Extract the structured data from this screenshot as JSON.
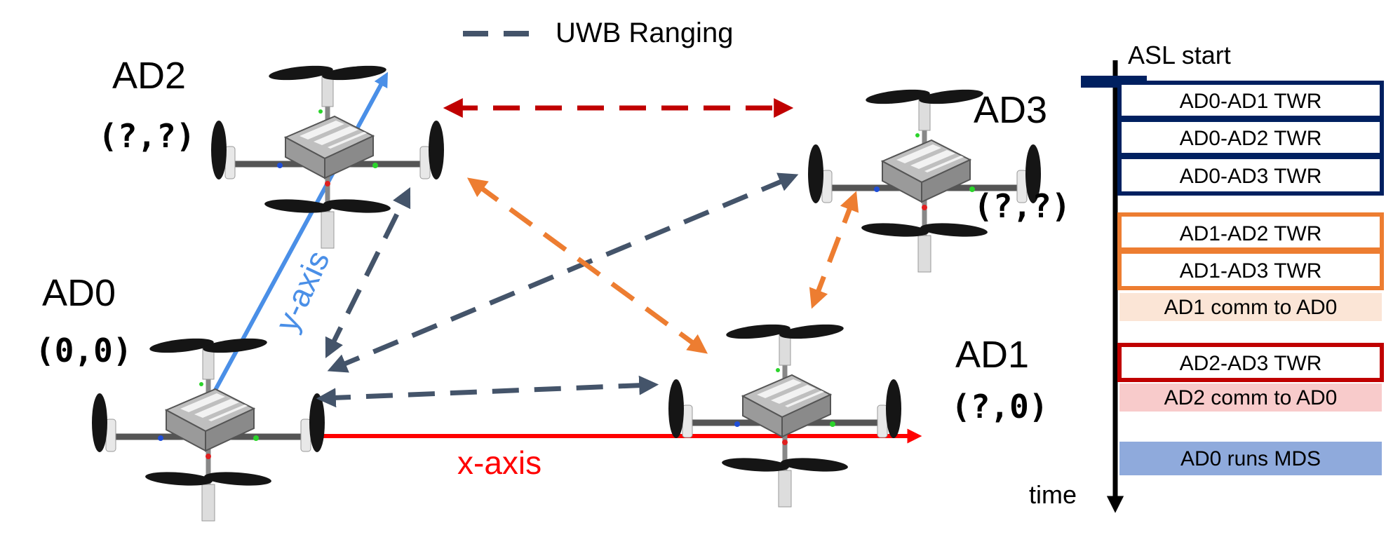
{
  "legend": {
    "label": "UWB Ranging"
  },
  "drones": {
    "ad0": {
      "name": "AD0",
      "coord": "(0,0)"
    },
    "ad1": {
      "name": "AD1",
      "coord": "(?,0)"
    },
    "ad2": {
      "name": "AD2",
      "coord": "(?,?)"
    },
    "ad3": {
      "name": "AD3",
      "coord": "(?,?)"
    }
  },
  "axes": {
    "x_label": "x-axis",
    "y_label": "y-axis"
  },
  "timeline": {
    "start_label": "ASL start",
    "end_label": "time",
    "steps": [
      {
        "label": "AD0-AD1 TWR",
        "group": "AD0"
      },
      {
        "label": "AD0-AD2 TWR",
        "group": "AD0"
      },
      {
        "label": "AD0-AD3 TWR",
        "group": "AD0"
      },
      {
        "label": "AD1-AD2 TWR",
        "group": "AD1"
      },
      {
        "label": "AD1-AD3 TWR",
        "group": "AD1"
      },
      {
        "label": "AD1 comm to AD0",
        "group": "AD1-comm"
      },
      {
        "label": "AD2-AD3 TWR",
        "group": "AD2"
      },
      {
        "label": "AD2 comm to AD0",
        "group": "AD2-comm"
      },
      {
        "label": "AD0 runs MDS",
        "group": "AD0-final"
      }
    ]
  },
  "colors": {
    "ranging": "#44546a",
    "link_ad0": "#44546a",
    "link_ad1": "#ed7d31",
    "link_ad2": "#c00000",
    "x_axis": "#ff0000",
    "y_axis": "#4a8fe7",
    "group_ad0": "#002060",
    "group_ad1": "#ed7d31",
    "group_ad2": "#c00000",
    "comm_ad1": "#fbe5d6",
    "comm_ad2": "#f8cbcb",
    "mds": "#8faadc"
  }
}
